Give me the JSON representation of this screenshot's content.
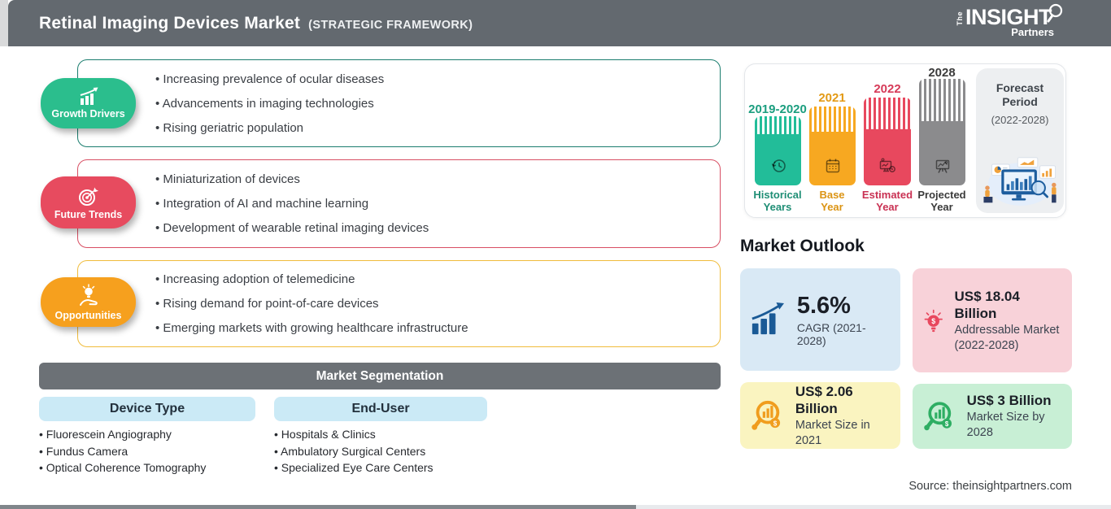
{
  "header": {
    "title": "Retinal Imaging Devices Market",
    "subtitle": "(STRATEGIC FRAMEWORK)",
    "logo_the": "The",
    "logo_insight": "INSIGHT",
    "logo_partners": "Partners"
  },
  "framework": {
    "sections": [
      {
        "label": "Growth Drivers",
        "items": [
          "Increasing prevalence of ocular diseases",
          "Advancements in imaging technologies",
          "Rising geriatric population"
        ]
      },
      {
        "label": "Future Trends",
        "items": [
          "Miniaturization of devices",
          "Integration of AI and machine learning",
          "Development of wearable retinal imaging devices"
        ]
      },
      {
        "label": "Opportunities",
        "items": [
          "Increasing adoption of telemedicine",
          "Rising demand for point-of-care devices",
          "Emerging markets with growing healthcare infrastructure"
        ]
      }
    ]
  },
  "segmentation": {
    "title": "Market Segmentation",
    "columns": [
      {
        "header": "Device Type",
        "items": [
          "Fluorescein Angiography",
          "Fundus Camera",
          "Optical Coherence Tomography"
        ]
      },
      {
        "header": "End-User",
        "items": [
          "Hospitals & Clinics",
          "Ambulatory Surgical Centers",
          "Specialized Eye Care Centers"
        ]
      }
    ]
  },
  "timeline": {
    "bars": [
      {
        "year": "2019-2020",
        "label1": "Historical",
        "label2": "Years",
        "color": "#22bd99"
      },
      {
        "year": "2021",
        "label1": "Base",
        "label2": "Year",
        "color": "#f7a821"
      },
      {
        "year": "2022",
        "label1": "Estimated",
        "label2": "Year",
        "color": "#e8485e"
      },
      {
        "year": "2028",
        "label1": "Projected",
        "label2": "Year",
        "color": "#8b8b8d"
      }
    ],
    "forecast_line1": "Forecast",
    "forecast_line2": "Period",
    "forecast_line3": "(2022-2028)"
  },
  "outlook": {
    "title": "Market Outlook",
    "cards": [
      {
        "value": "5.6%",
        "desc": "CAGR (2021-2028)",
        "bg": "#d9e9f5",
        "icon": "chart-growth-blue"
      },
      {
        "value": "US$ 18.04 Billion",
        "desc": "Addressable Market (2022-2028)",
        "bg": "#f8d2d9",
        "icon": "bulb-dollar-red"
      },
      {
        "value": "US$ 2.06 Billion",
        "desc": "Market Size in 2021",
        "bg": "#faf4c0",
        "icon": "magnifier-chart-orange"
      },
      {
        "value": "US$ 3 Billion",
        "desc": "Market Size by 2028",
        "bg": "#c8efd5",
        "icon": "magnifier-chart-green"
      }
    ]
  },
  "source": "Source: theinsightpartners.com",
  "colors": {
    "header_bg": "#63696f",
    "growth_green": "#2bbe8d",
    "trends_red": "#e74b5f",
    "opportunities_orange": "#f6a01e",
    "segment_header_bg": "#cbeaf6",
    "timeline_teal": "#22bd99",
    "timeline_orange": "#f7a821",
    "timeline_red": "#e8485e",
    "timeline_gray": "#8b8b8d",
    "icon_blue": "#1a5a96",
    "icon_red": "#e8485e",
    "icon_orange": "#f09d1e",
    "icon_green": "#2eae63"
  }
}
